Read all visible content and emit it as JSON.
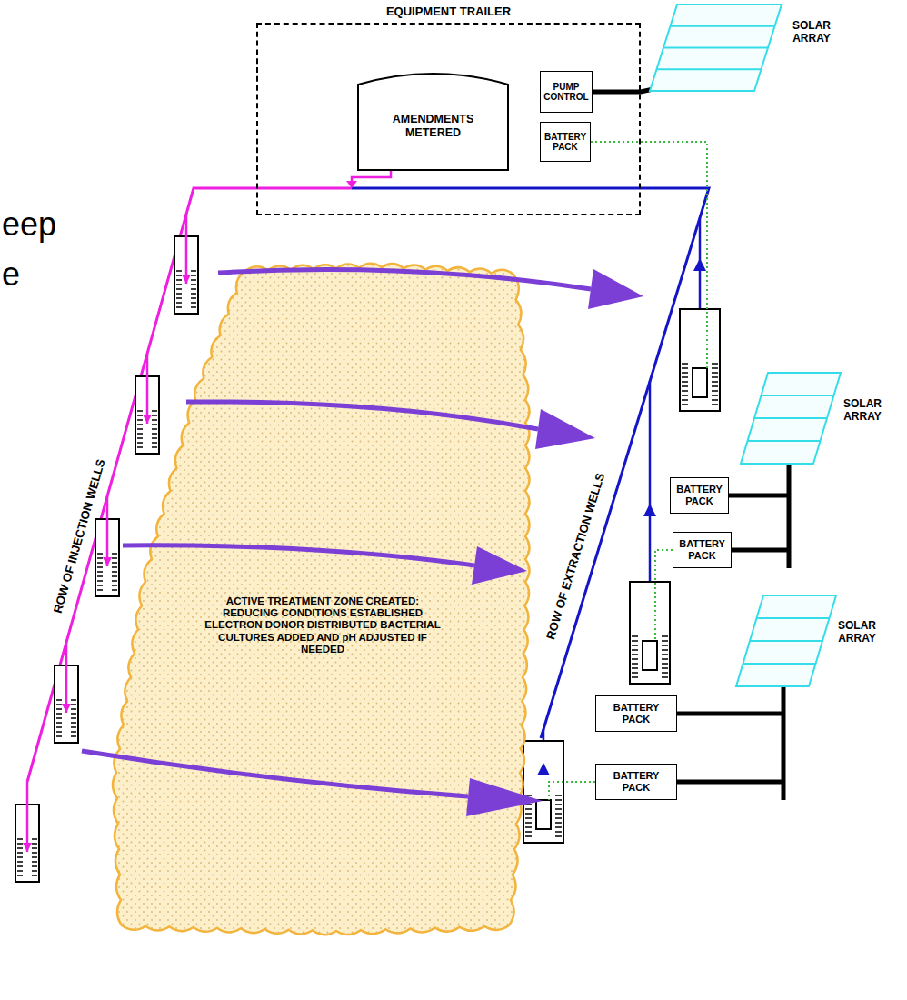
{
  "diagram": {
    "nodes": [
      {
        "text": [
          "EQUIPMENT TRAILER"
        ]
      },
      {
        "text": [
          "AMENDMENTS METERED"
        ],
        "in": 0
      },
      {
        "text": [
          "PUMP CONTROL"
        ],
        "in": 0
      },
      {
        "text": [
          "BATTERY PACK"
        ],
        "in": 0
      },
      {
        "text": [
          "ACTIVE TREATMENT ZONE CREATED: REDUCING CONDITIONS ESTABLISHED ELECTRON DONOR DISTRIBUTED BACTERIAL CULTURES ADDED AND pH ADJUSTED IF NEEDED"
        ]
      },
      {
        "text": [
          "BATTERY PACK"
        ]
      },
      {
        "text": [
          "BATTERY PACK"
        ]
      },
      {
        "text": [
          "BATTERY PACK"
        ]
      },
      {
        "text": [
          "BATTERY PACK"
        ]
      }
    ],
    "labels": [
      "SOLAR ARRAY",
      "eep",
      "e",
      "ROW OF INJECTION WELLS",
      "SOLAR ARRAY",
      "ROW OF EXTRACTION WELLS",
      "SOLAR ARRAY"
    ]
  }
}
